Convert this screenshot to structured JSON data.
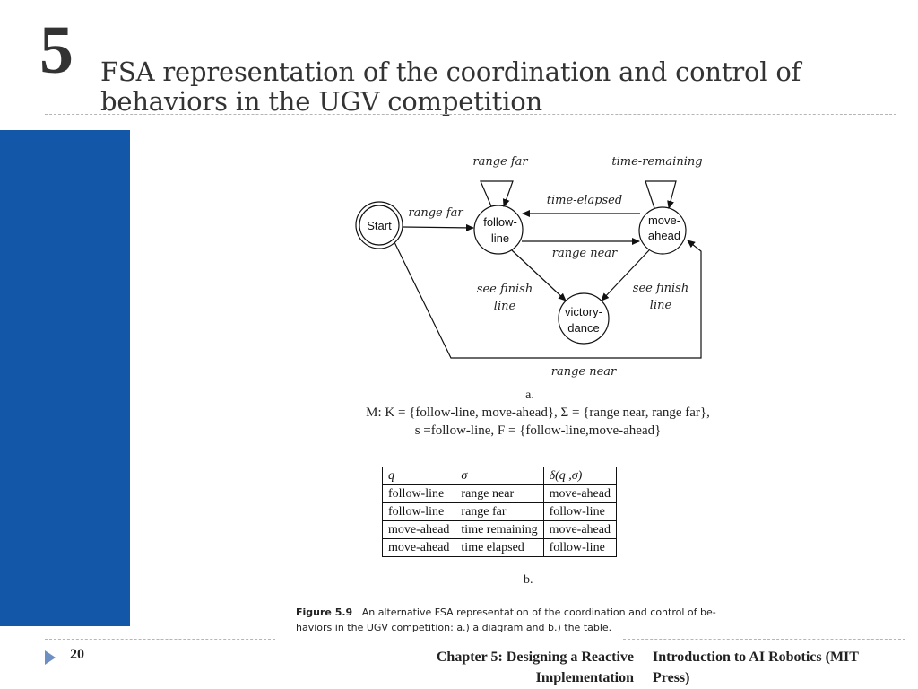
{
  "slide": {
    "number": "5",
    "title": "FSA representation of the coordination and control of behaviors in the UGV competition"
  },
  "diagram": {
    "nodes": {
      "start": "Start",
      "follow_line": [
        "follow-",
        "line"
      ],
      "move_ahead": [
        "move-",
        "ahead"
      ],
      "victory_dance": [
        "victory-",
        "dance"
      ]
    },
    "edges": {
      "self_follow": "range far",
      "self_move": "time-remaining",
      "start_to_follow": "range far",
      "move_to_follow": "time-elapsed",
      "follow_to_move": "range near",
      "follow_to_victory": [
        "see finish",
        "line"
      ],
      "move_to_victory": [
        "see finish",
        "line"
      ],
      "start_to_move": "range near"
    },
    "sub_label_a": "a.",
    "definition_line1": "M: K = {follow-line, move-ahead}, Σ = {range near, range far},",
    "definition_line2": "s =follow-line, F = {follow-line,move-ahead}"
  },
  "table": {
    "headers": [
      "q",
      "σ",
      "δ(q ,σ)"
    ],
    "rows": [
      [
        "follow-line",
        "range near",
        "move-ahead"
      ],
      [
        "follow-line",
        "range far",
        "follow-line"
      ],
      [
        "move-ahead",
        "time remaining",
        "move-ahead"
      ],
      [
        "move-ahead",
        "time elapsed",
        "follow-line"
      ]
    ],
    "sub_label_b": "b."
  },
  "caption": {
    "figure_label": "Figure 5.9",
    "text_line1": "An alternative FSA representation of the coordination and control of be-",
    "text_line2": "haviors in the UGV competition: a.) a diagram and b.) the table."
  },
  "footer": {
    "page": "20",
    "chapter": "Chapter 5: Designing a Reactive Implementation",
    "book": "Introduction to AI Robotics (MIT Press)"
  },
  "colors": {
    "side_bar": "#1257a8",
    "marker": "#6e8fc2"
  }
}
